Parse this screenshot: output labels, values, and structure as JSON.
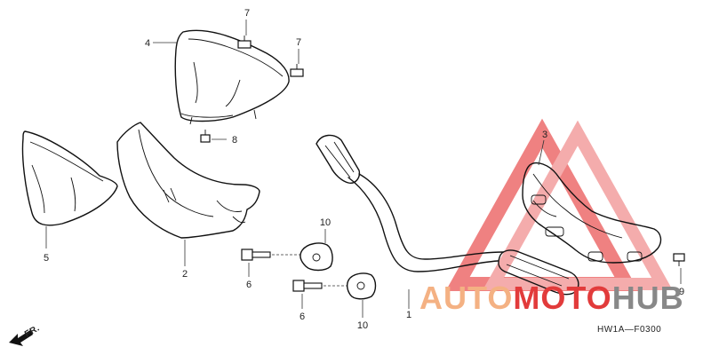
{
  "callouts": {
    "p1": "1",
    "p2": "2",
    "p3": "3",
    "p4": "4",
    "p5": "5",
    "p6a": "6",
    "p6b": "6",
    "p7a": "7",
    "p7b": "7",
    "p8": "8",
    "p9": "9",
    "p10a": "10",
    "p10b": "10"
  },
  "figure_code": "HW1A—F0300",
  "front_marker": "FR.",
  "watermark": {
    "part1": "AUTO",
    "part2": "MOTO",
    "part3": "HUB",
    "color_light": "#f4b183",
    "color_red": "#e23b3b",
    "color_gray": "#888888"
  }
}
